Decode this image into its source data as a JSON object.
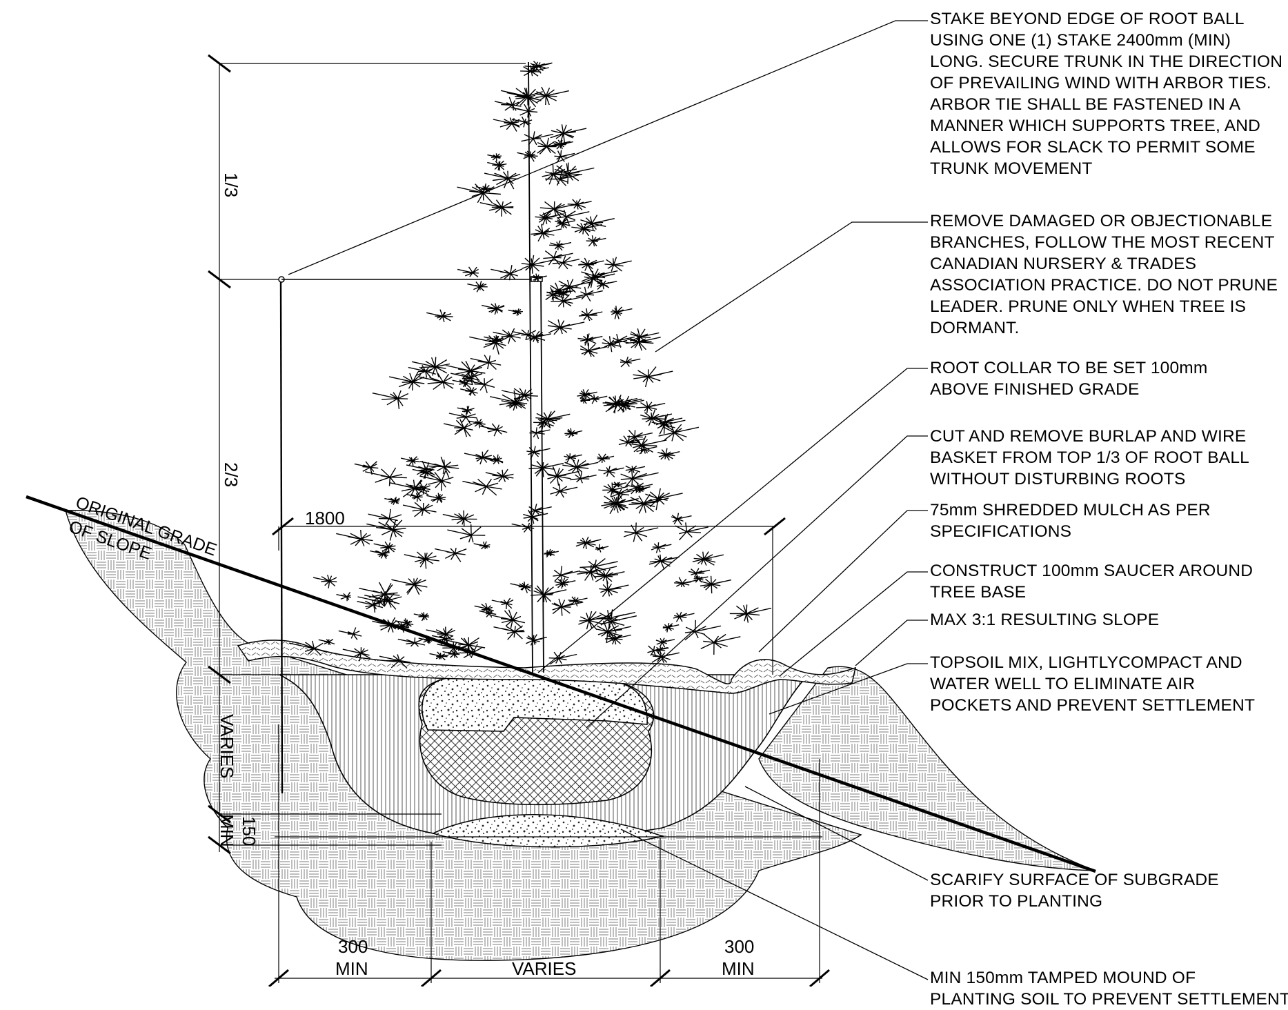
{
  "annotations": {
    "stake": [
      "STAKE BEYOND EDGE OF ROOT BALL",
      "USING ONE (1) STAKE 2400mm (MIN)",
      "LONG. SECURE TRUNK IN THE DIRECTION",
      "OF PREVAILING WIND WITH ARBOR TIES.",
      "ARBOR TIE SHALL BE FASTENED IN A",
      "MANNER WHICH SUPPORTS TREE, AND",
      "ALLOWS FOR SLACK TO PERMIT SOME",
      "TRUNK MOVEMENT"
    ],
    "prune": [
      "REMOVE DAMAGED OR OBJECTIONABLE",
      "BRANCHES, FOLLOW THE MOST RECENT",
      "CANADIAN NURSERY & TRADES",
      "ASSOCIATION PRACTICE.  DO NOT PRUNE",
      "LEADER. PRUNE ONLY WHEN TREE IS",
      "DORMANT."
    ],
    "root_collar": [
      "ROOT COLLAR TO BE SET 100mm",
      "ABOVE FINISHED GRADE"
    ],
    "burlap": [
      "CUT AND REMOVE BURLAP AND WIRE",
      "BASKET FROM TOP 1/3 OF ROOT BALL",
      "WITHOUT DISTURBING ROOTS"
    ],
    "mulch": [
      "75mm SHREDDED MULCH AS PER",
      "SPECIFICATIONS"
    ],
    "saucer": [
      "CONSTRUCT 100mm SAUCER AROUND",
      "TREE BASE"
    ],
    "slope": [
      "MAX 3:1 RESULTING SLOPE"
    ],
    "topsoil": [
      "TOPSOIL MIX, LIGHTLYCOMPACT AND",
      "WATER WELL TO ELIMINATE AIR",
      "POCKETS AND PREVENT SETTLEMENT"
    ],
    "scarify": [
      "SCARIFY SURFACE OF SUBGRADE",
      "PRIOR TO PLANTING"
    ],
    "mound": [
      "MIN 150mm TAMPED MOUND OF",
      "PLANTING SOIL TO PREVENT SETTLEMENT"
    ]
  },
  "dimensions": {
    "top_third": "1/3",
    "lower_two_thirds": "2/3",
    "spread": "1800",
    "depth": "VARIES",
    "base_depth": "150",
    "base_depth_min": "MIN",
    "left_clearance": "300",
    "left_clearance_min": "MIN",
    "pit_width": "VARIES",
    "right_clearance": "300",
    "right_clearance_min": "MIN"
  },
  "grade_label": {
    "line1": "ORIGINAL GRADE",
    "line2": "OF SLOPE"
  }
}
